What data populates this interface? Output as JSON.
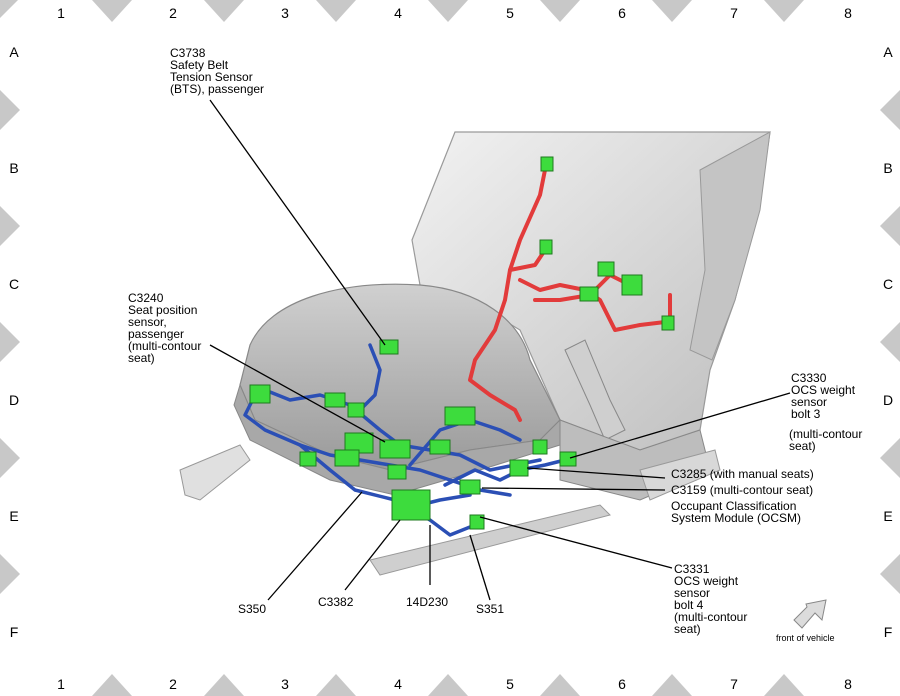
{
  "grid": {
    "columns": [
      "1",
      "2",
      "3",
      "4",
      "5",
      "6",
      "7",
      "8"
    ],
    "rows": [
      "A",
      "B",
      "C",
      "D",
      "E",
      "F"
    ]
  },
  "labels": {
    "c3738": "C3738\nSafety Belt\nTension Sensor\n(BTS), passenger",
    "c3240": "C3240\nSeat position\nsensor,\npassenger\n(multi-contour\nseat)",
    "c3330": "C3330\nOCS weight\nsensor\nbolt 3",
    "c3330_note": "(multi-contour\nseat)",
    "c3285": "C3285 (with manual seats)",
    "c3159": "C3159 (multi-contour seat)",
    "ocsm": "Occupant Classification\nSystem Module (OCSM)",
    "c3331": "C3331\nOCS weight\nsensor\nbolt 4\n(multi-contour\nseat)",
    "s350": "S350",
    "c3382": "C3382",
    "d14d230": "14D230",
    "s351": "S351",
    "front": "front of vehicle"
  },
  "colors": {
    "harness_blue": "#2b4fb5",
    "harness_red": "#e23b3b",
    "connector_green": "#3ddc3d",
    "seat_gray": "#d9d9d9",
    "border_gray": "#c8c8c8"
  }
}
